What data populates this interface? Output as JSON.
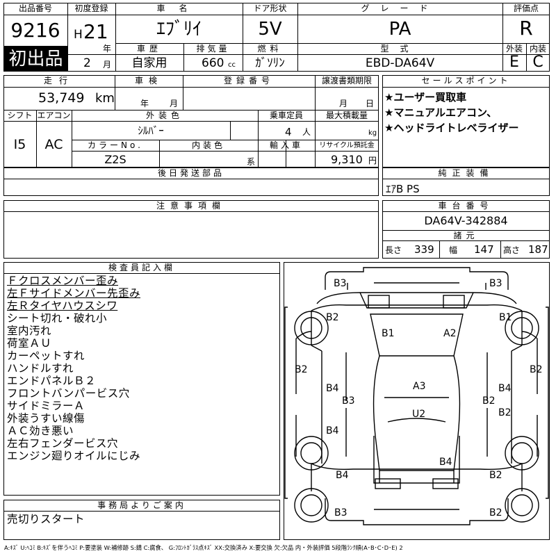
{
  "header": {
    "lot_label": "出品番号",
    "lot_number": "9216",
    "first_badge": "初出品",
    "first_reg_label": "初度登録",
    "era": "H",
    "year": "21",
    "year_unit": "年",
    "month": "2",
    "month_unit": "月",
    "car_name_label": "車名",
    "car_name": "ｴﾌﾞﾘｲ",
    "door_label": "ドア形状",
    "door": "5V",
    "grade_label": "グレード",
    "grade": "PA",
    "score_label": "評価点",
    "score": "R",
    "history_label": "車歴",
    "history": "自家用",
    "displacement_label": "排気量",
    "displacement": "660",
    "displacement_unit": "cc",
    "fuel_label": "燃料",
    "fuel": "ｶﾞｿﾘﾝ",
    "model_label": "型式",
    "model": "EBD-DA64V",
    "exterior_label": "外装",
    "exterior": "E",
    "interior_label": "内装",
    "interior": "C"
  },
  "row2": {
    "mileage_label": "走行",
    "mileage": "53,749",
    "mileage_unit": "km",
    "inspection_label": "車検",
    "year_unit": "年",
    "month_unit": "月",
    "reg_number_label": "登録番号",
    "transfer_label": "譲渡書類期限",
    "transfer_month_unit": "月",
    "transfer_day_unit": "日",
    "selling_label": "セールスポイント",
    "selling_points": [
      "★ユーザー買取車",
      "★マニュアルエアコン、",
      "★ヘッドライトレベライザー"
    ],
    "shift_label": "シフト",
    "shift": "I5",
    "ac_label": "エアコン",
    "ac": "AC",
    "ext_color_label": "外装色",
    "ext_color": "ｼﾙﾊﾞｰ",
    "capacity_label": "乗車定員",
    "capacity": "4",
    "capacity_unit": "人",
    "load_label": "最大積載量",
    "load_unit": "kg",
    "color_no_label": "カラーNo.",
    "color_no": "Z2S",
    "int_color_label": "内装色",
    "int_color_unit": "系",
    "import_label": "輸入車",
    "recycle_label": "リサイクル預託金",
    "recycle": "9,310",
    "recycle_unit": "円"
  },
  "later_parts_label": "後日発送部品",
  "genuine_label": "純正装備",
  "genuine": "ｴｱB PS",
  "caution_label": "注意事項欄",
  "chassis_label": "車台番号",
  "chassis": "DA64V-342884",
  "dims_label": "諸元",
  "dims": {
    "length_label": "長さ",
    "length": "339",
    "width_label": "幅",
    "width": "147",
    "height_label": "高さ",
    "height": "187"
  },
  "inspector_label": "検査員記入欄",
  "inspector_notes": [
    "Ｆクロスメンバー歪み",
    "左Ｆサイドメンバー先歪み",
    "左Ｒタイヤハウスシワ",
    "シート切れ・破れ小",
    "室内汚れ",
    "荷室ＡＵ",
    "カーペットすれ",
    "ハンドルすれ",
    "エンドパネルＢ２",
    "フロントバンパービス穴",
    "サイドミラーＡ",
    "外装うすい線傷",
    "ＡＣ効き悪い",
    "左右フェンダービス穴",
    "エンジン廻りオイルにじみ"
  ],
  "office_label": "事務局よりご案内",
  "office_note": "売切りスタート",
  "legend": "A:ｷｽﾞ U:ﾍｺﾐ B:ｷｽﾞを伴うﾍｺﾐ P:要塗装 W:補修跡 S:錆 C:腐食、 G:ﾌﾛﾝﾄｶﾞﾗｽ点ｷｽﾞ XX:交換済み X:要交換 欠:欠品 内・外装評価 5段階ﾗﾝｸ順(A･B･C･D･E) 2",
  "damage": {
    "b3_fl": "B3",
    "b3_fr": "B3",
    "b2_l1": "B2",
    "b1_r1": "B1",
    "b1_c": "B1",
    "a2_c": "A2",
    "b2_l2": "B2",
    "b2_r2": "B2",
    "b4_l": "B4",
    "b4_r": "B4",
    "a3_c": "A3",
    "b3_l3": "B3",
    "b2_r3": "B2",
    "u2_c": "U2",
    "b2_r4": "B2",
    "b4_l2": "B4",
    "b4_c": "B4",
    "b4_l3": "B4",
    "b2_r5": "B2",
    "b3_rl": "B3",
    "b2_rr": "B2"
  }
}
